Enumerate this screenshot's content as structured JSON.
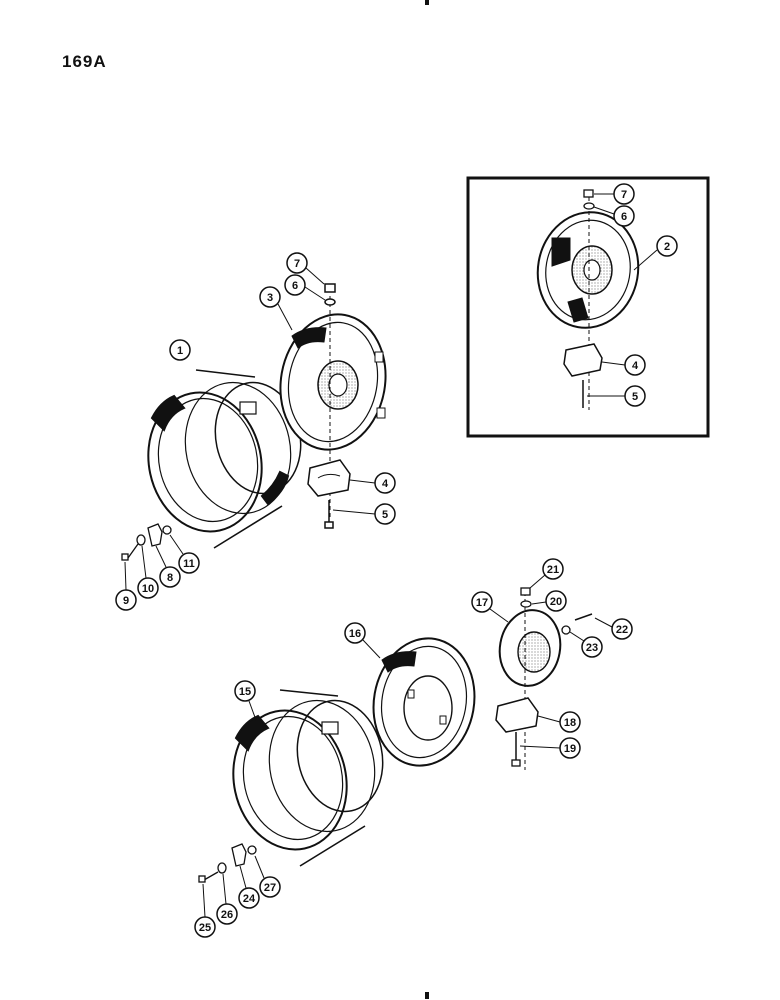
{
  "page": {
    "code": "169A"
  },
  "callouts": {
    "c1": "1",
    "c2": "2",
    "c3": "3",
    "c4": "4",
    "c5": "5",
    "c6": "6",
    "c7": "7",
    "c4i": "4",
    "c5i": "5",
    "c6i": "6",
    "c7i": "7",
    "c8": "8",
    "c9": "9",
    "c10": "10",
    "c11": "11",
    "c15": "15",
    "c16": "16",
    "c17": "17",
    "c18": "18",
    "c19": "19",
    "c20": "20",
    "c21": "21",
    "c22": "22",
    "c23": "23",
    "c24": "24",
    "c25": "25",
    "c26": "26",
    "c27": "27"
  }
}
